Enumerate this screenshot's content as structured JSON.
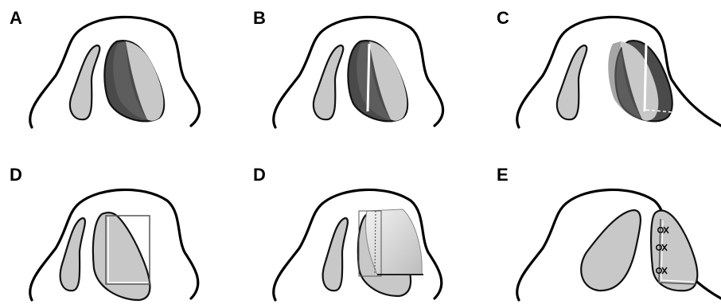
{
  "colors": {
    "background": "#ffffff",
    "outline": "#000000",
    "light_tissue": "#c8c8c8",
    "dark_tissue": "#4a4a4a",
    "mid_tissue": "#8a8a8a",
    "incision": "#ffffff"
  },
  "panels": [
    {
      "letter": "A"
    },
    {
      "letter": "B"
    },
    {
      "letter": "C"
    },
    {
      "letter": "D"
    },
    {
      "letter": "D"
    },
    {
      "letter": "E"
    }
  ]
}
